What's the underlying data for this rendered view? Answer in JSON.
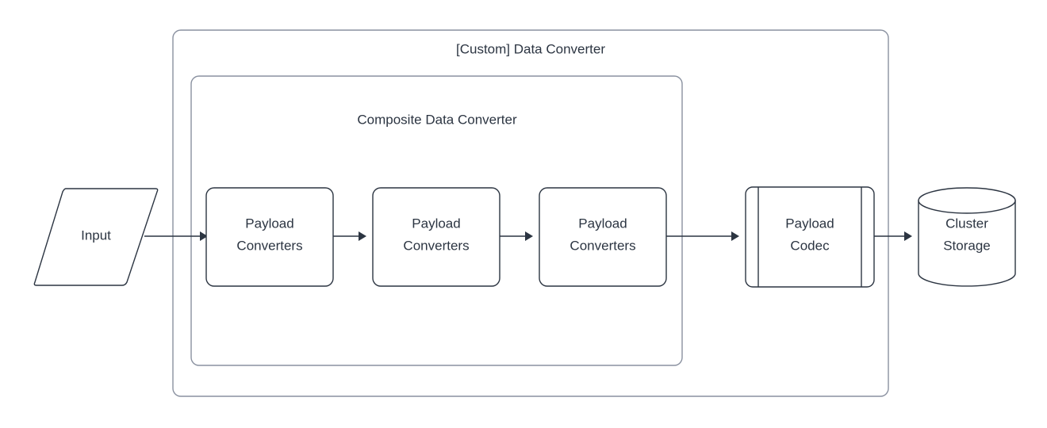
{
  "diagram": {
    "title": "[Custom] Data Converter",
    "background_color": "#ffffff",
    "line_color": "#2c3542",
    "container_line_color": "#8a91a0",
    "text_color": "#2c3542",
    "containers": [
      {
        "id": "custom-data-converter",
        "label": "[Custom] Data Converter",
        "shape": "rounded-rectangle"
      },
      {
        "id": "composite-data-converter",
        "label": "Composite Data Converter",
        "shape": "rounded-rectangle"
      }
    ],
    "nodes": [
      {
        "id": "input",
        "label": "Input",
        "shape": "parallelogram"
      },
      {
        "id": "payload-converters-1",
        "label_line1": "Payload",
        "label_line2": "Converters",
        "shape": "rounded-rectangle"
      },
      {
        "id": "payload-converters-2",
        "label_line1": "Payload",
        "label_line2": "Converters",
        "shape": "rounded-rectangle"
      },
      {
        "id": "payload-converters-3",
        "label_line1": "Payload",
        "label_line2": "Converters",
        "shape": "rounded-rectangle"
      },
      {
        "id": "payload-codec",
        "label_line1": "Payload",
        "label_line2": "Codec",
        "shape": "process"
      },
      {
        "id": "cluster-storage",
        "label_line1": "Cluster",
        "label_line2": "Storage",
        "shape": "cylinder"
      }
    ],
    "edges": [
      {
        "from": "input",
        "to": "payload-converters-1",
        "arrow": "single"
      },
      {
        "from": "payload-converters-1",
        "to": "payload-converters-2",
        "arrow": "single"
      },
      {
        "from": "payload-converters-2",
        "to": "payload-converters-3",
        "arrow": "single"
      },
      {
        "from": "payload-converters-3",
        "to": "payload-codec",
        "arrow": "single"
      },
      {
        "from": "payload-codec",
        "to": "cluster-storage",
        "arrow": "single"
      }
    ]
  }
}
